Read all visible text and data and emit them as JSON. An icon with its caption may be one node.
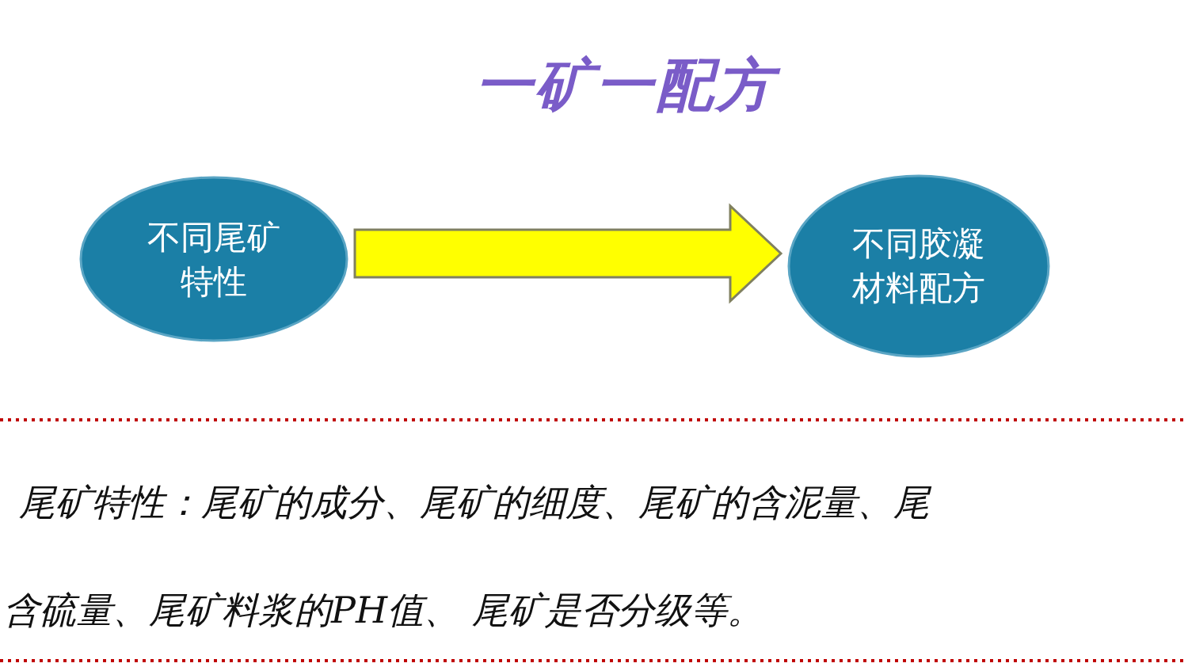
{
  "diagram": {
    "title": "一矿一配方",
    "nodes": [
      {
        "text": [
          "不同尾矿特性"
        ]
      },
      {
        "text": [
          "不同胶凝材料配方"
        ]
      }
    ],
    "edges": [
      {
        "from": 0,
        "to": 1,
        "arrow": "to"
      }
    ],
    "labels": [
      "尾矿特性：尾矿的成分、尾矿的细度、尾矿的含泥量、尾",
      "含硫量、尾矿料浆的PH值、 尾矿是否分级等。"
    ]
  }
}
